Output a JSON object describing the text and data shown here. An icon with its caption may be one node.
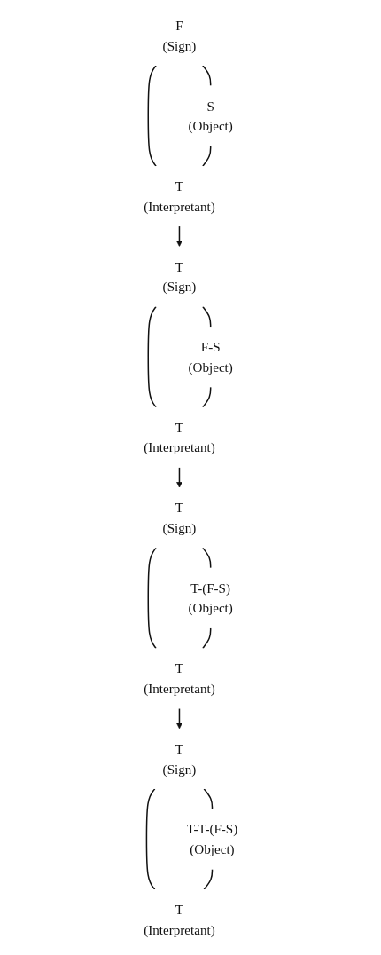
{
  "diagram": {
    "nodes": [
      {
        "text": [
          "F",
          "(Sign)"
        ]
      },
      {
        "text": [
          "S",
          "(Object)"
        ]
      },
      {
        "text": [
          "T",
          "(Interpretant)"
        ]
      },
      {
        "text": [
          "T",
          "(Sign)"
        ]
      },
      {
        "text": [
          "F-S",
          "(Object)"
        ]
      },
      {
        "text": [
          "T",
          "(Interpretant)"
        ]
      },
      {
        "text": [
          "T",
          "(Sign)"
        ]
      },
      {
        "text": [
          "T-(F-S)",
          "(Object)"
        ]
      },
      {
        "text": [
          "T",
          "(Interpretant)"
        ]
      },
      {
        "text": [
          "T",
          "(Sign)"
        ]
      },
      {
        "text": [
          "T-T-(F-S)",
          "(Object)"
        ]
      },
      {
        "text": [
          "T",
          "(Interpretant)"
        ]
      }
    ],
    "edges": [
      {
        "from": 0,
        "to": 1,
        "arrow": "none"
      },
      {
        "from": 0,
        "to": 2,
        "arrow": "none"
      },
      {
        "from": 1,
        "to": 2,
        "arrow": "none"
      },
      {
        "from": 2,
        "to": 3,
        "arrow": "to"
      },
      {
        "from": 3,
        "to": 4,
        "arrow": "none"
      },
      {
        "from": 3,
        "to": 5,
        "arrow": "none"
      },
      {
        "from": 4,
        "to": 5,
        "arrow": "none"
      },
      {
        "from": 5,
        "to": 6,
        "arrow": "to"
      },
      {
        "from": 6,
        "to": 7,
        "arrow": "none"
      },
      {
        "from": 6,
        "to": 8,
        "arrow": "none"
      },
      {
        "from": 7,
        "to": 8,
        "arrow": "none"
      },
      {
        "from": 8,
        "to": 9,
        "arrow": "to"
      },
      {
        "from": 9,
        "to": 10,
        "arrow": "none"
      },
      {
        "from": 9,
        "to": 11,
        "arrow": "none"
      },
      {
        "from": 10,
        "to": 11,
        "arrow": "none"
      }
    ]
  }
}
